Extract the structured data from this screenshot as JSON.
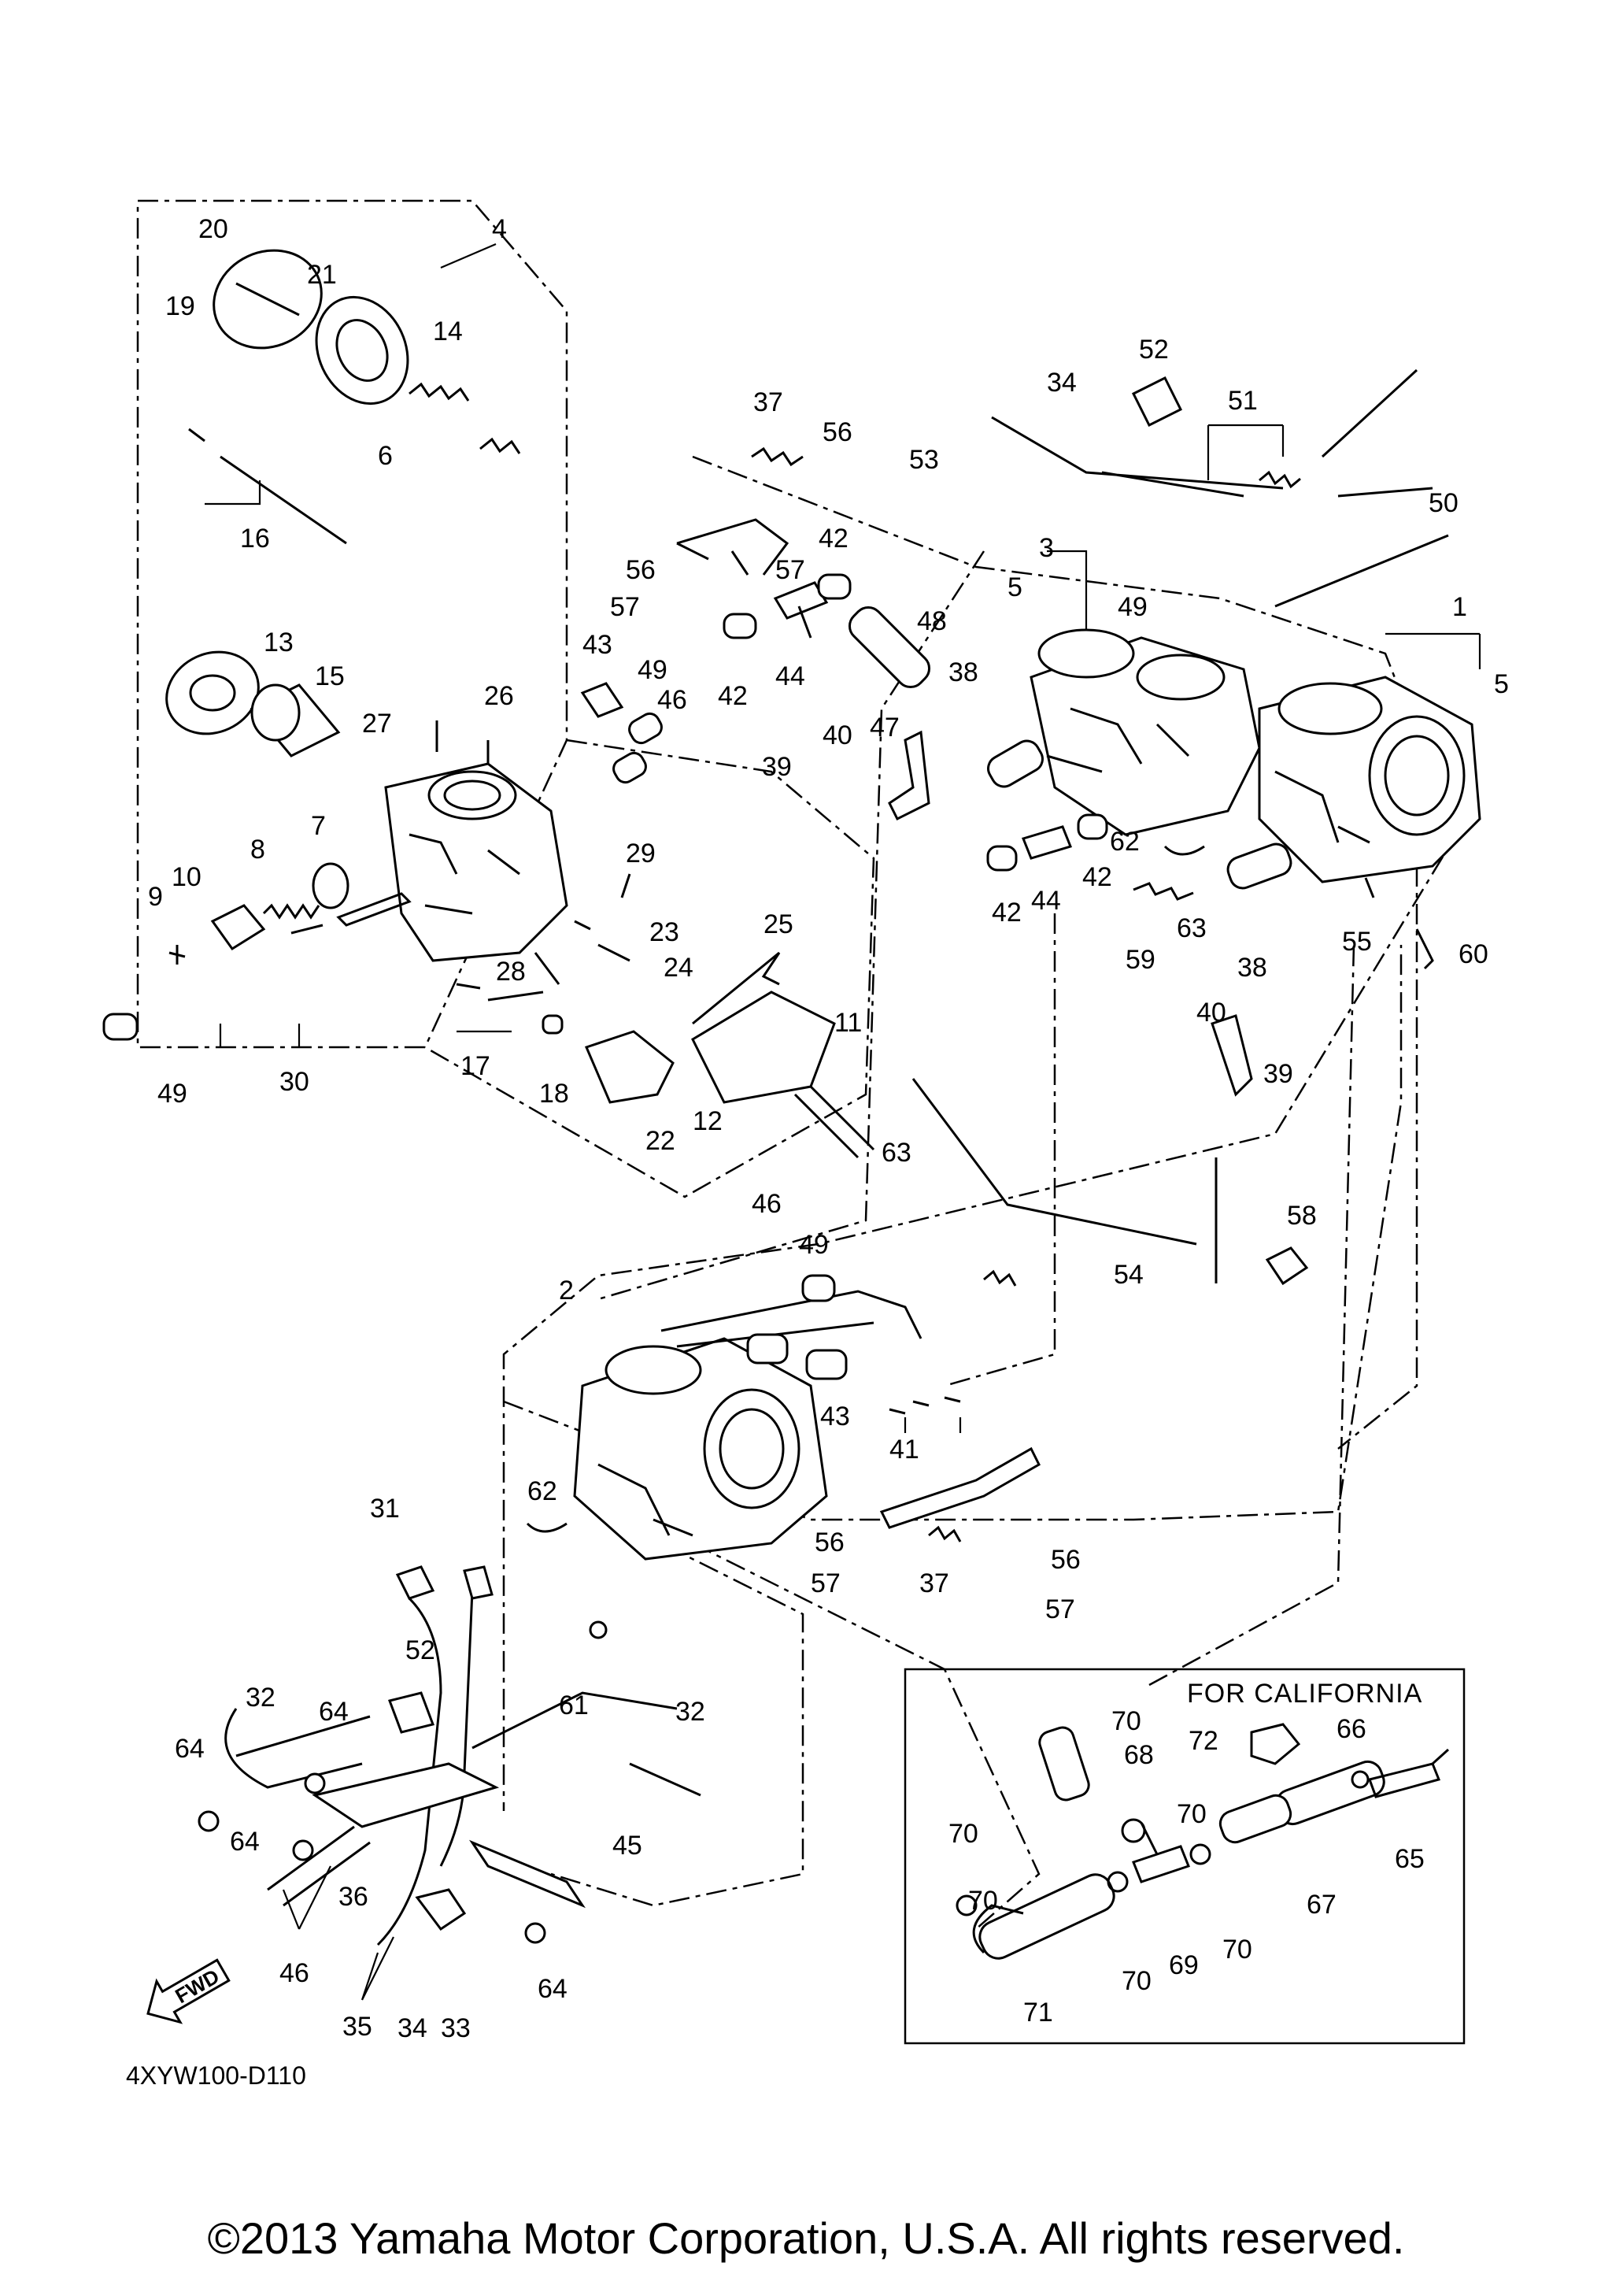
{
  "diagram_code": "4XYW100-D110",
  "copyright": "©2013 Yamaha Motor Corporation, U.S.A. All rights reserved.",
  "california_box_title": "FOR CALIFORNIA",
  "fwd_label": "FWD",
  "callouts": {
    "c1": "1",
    "c2": "2",
    "c3": "3",
    "c4": "4",
    "c5a": "5",
    "c5b": "5",
    "c6": "6",
    "c7": "7",
    "c8": "8",
    "c9": "9",
    "c10": "10",
    "c11": "11",
    "c12": "12",
    "c13": "13",
    "c14": "14",
    "c15": "15",
    "c16": "16",
    "c17": "17",
    "c18": "18",
    "c19": "19",
    "c20": "20",
    "c21": "21",
    "c22": "22",
    "c23": "23",
    "c24": "24",
    "c25": "25",
    "c26": "26",
    "c27": "27",
    "c28": "28",
    "c29": "29",
    "c30": "30",
    "c31": "31",
    "c32a": "32",
    "c32b": "32",
    "c33": "33",
    "c34a": "34",
    "c34b": "34",
    "c35": "35",
    "c36": "36",
    "c37a": "37",
    "c37b": "37",
    "c38a": "38",
    "c38b": "38",
    "c39a": "39",
    "c39b": "39",
    "c40a": "40",
    "c40b": "40",
    "c41": "41",
    "c42a": "42",
    "c42b": "42",
    "c42c": "42",
    "c42d": "42",
    "c43a": "43",
    "c43b": "43",
    "c44a": "44",
    "c44b": "44",
    "c45": "45",
    "c46a": "46",
    "c46b": "46",
    "c46c": "46",
    "c47": "47",
    "c48": "48",
    "c49a": "49",
    "c49b": "49",
    "c49c": "49",
    "c49d": "49",
    "c50": "50",
    "c51": "51",
    "c52a": "52",
    "c52b": "52",
    "c53": "53",
    "c54": "54",
    "c55": "55",
    "c56a": "56",
    "c56b": "56",
    "c56c": "56",
    "c56d": "56",
    "c57a": "57",
    "c57b": "57",
    "c57c": "57",
    "c57d": "57",
    "c58": "58",
    "c59": "59",
    "c60": "60",
    "c61": "61",
    "c62a": "62",
    "c62b": "62",
    "c63a": "63",
    "c63b": "63",
    "c64a": "64",
    "c64b": "64",
    "c64c": "64",
    "c64d": "64",
    "c65": "65",
    "c66": "66",
    "c67": "67",
    "c68": "68",
    "c69": "69",
    "c70a": "70",
    "c70b": "70",
    "c70c": "70",
    "c70d": "70",
    "c70e": "70",
    "c70f": "70",
    "c71": "71",
    "c72": "72"
  }
}
